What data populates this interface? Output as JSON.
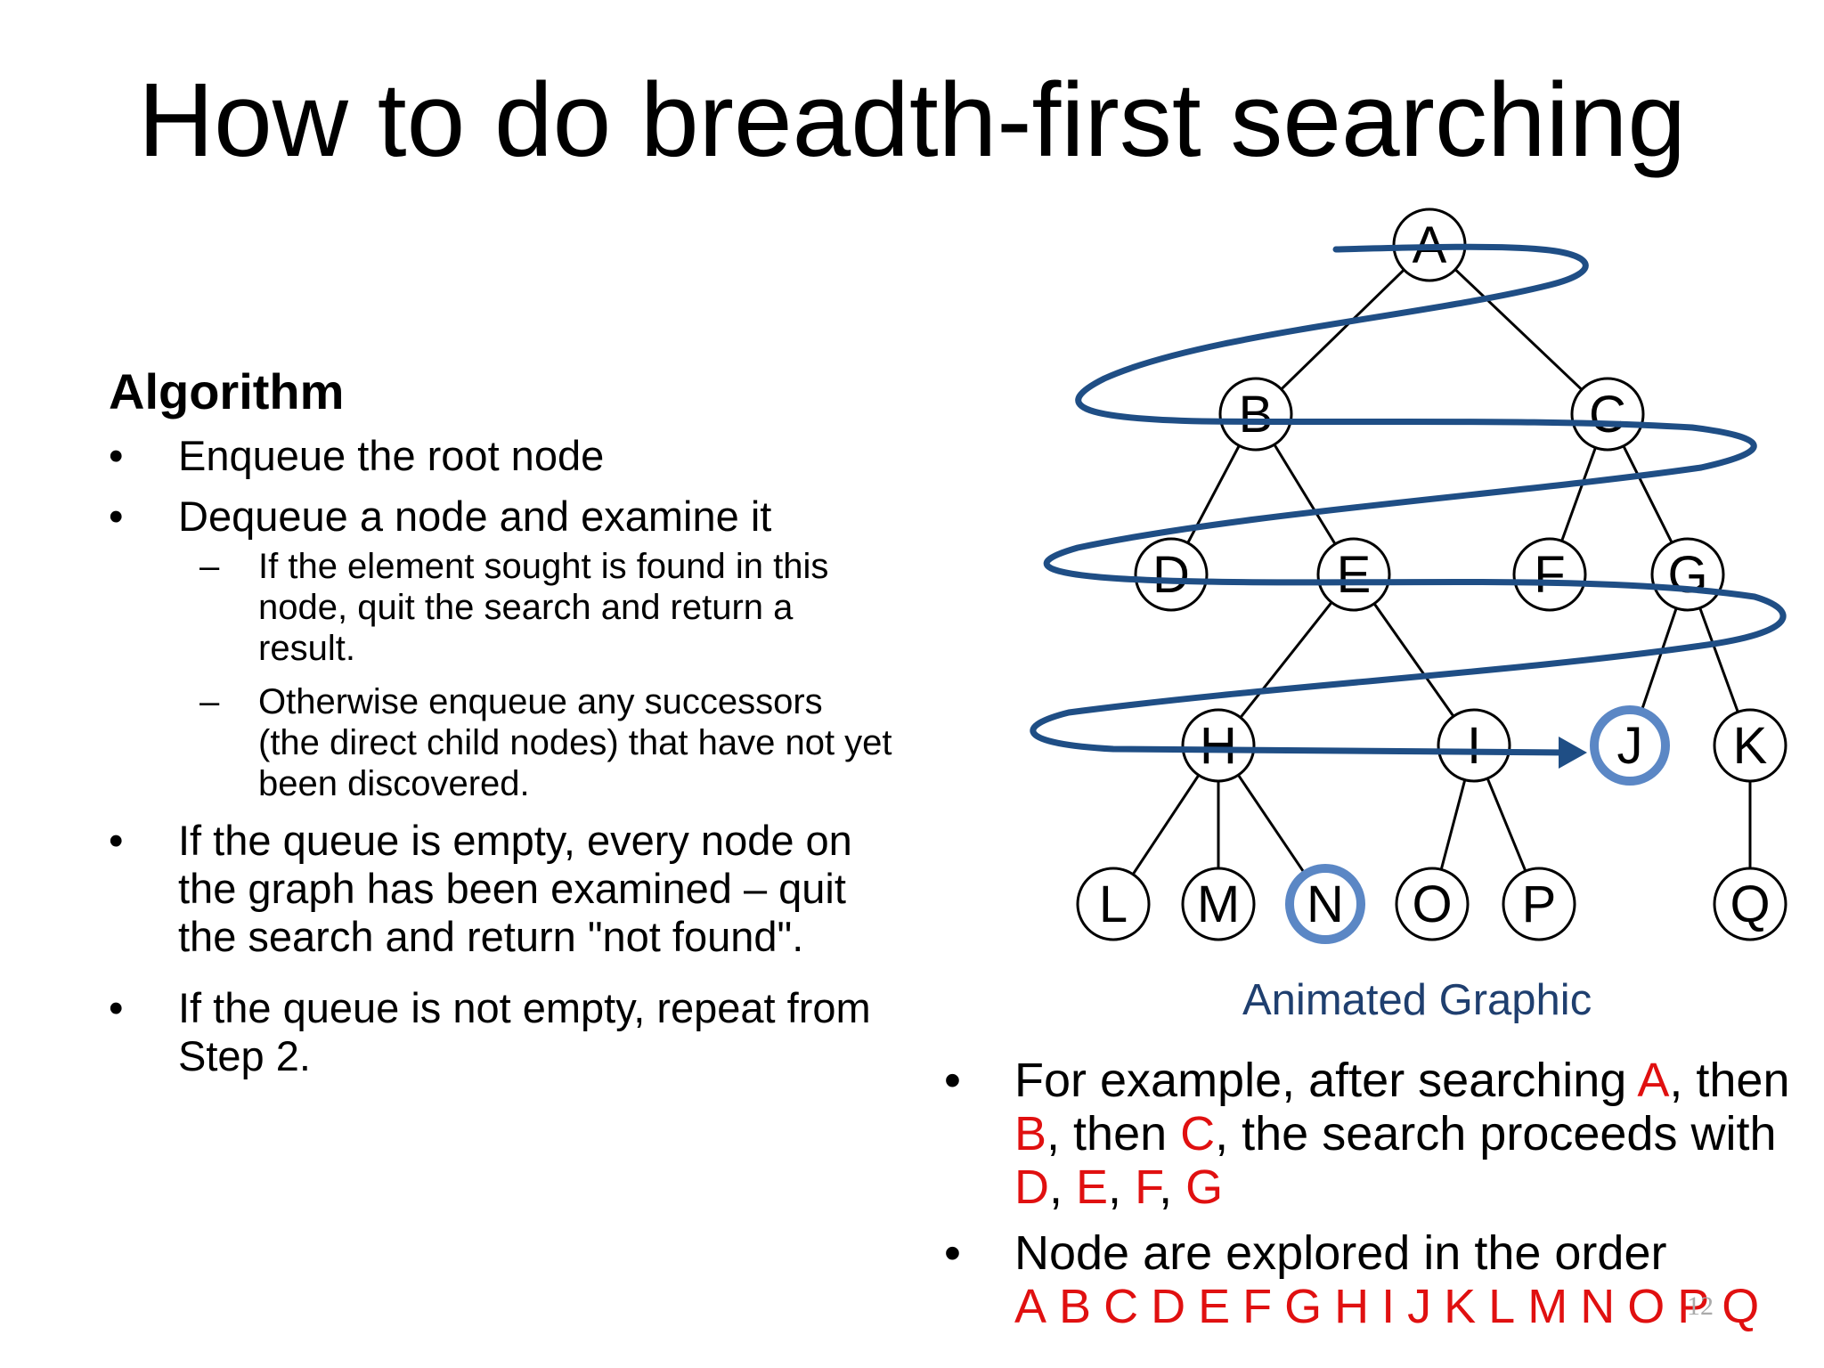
{
  "slide": {
    "title": "How to do breadth-first searching",
    "page_number": "12"
  },
  "algorithm": {
    "heading": "Algorithm",
    "bullet_char": "•",
    "dash_char": "–",
    "steps": [
      "Enqueue the root node",
      "Dequeue a node and examine it",
      "If the queue is empty, every node on the graph has been examined – quit the search and return \"not found\".",
      "If the queue is not empty, repeat from Step 2."
    ],
    "substeps": [
      "If the element sought is found in this node, quit the search and return a result.",
      "Otherwise enqueue any successors (the direct child nodes) that have not yet been discovered."
    ]
  },
  "tree": {
    "nodes": [
      "A",
      "B",
      "C",
      "D",
      "E",
      "F",
      "G",
      "H",
      "I",
      "J",
      "K",
      "L",
      "M",
      "N",
      "O",
      "P",
      "Q"
    ],
    "edges": [
      [
        "A",
        "B"
      ],
      [
        "A",
        "C"
      ],
      [
        "B",
        "D"
      ],
      [
        "B",
        "E"
      ],
      [
        "C",
        "F"
      ],
      [
        "C",
        "G"
      ],
      [
        "E",
        "H"
      ],
      [
        "E",
        "I"
      ],
      [
        "G",
        "J"
      ],
      [
        "G",
        "K"
      ],
      [
        "H",
        "L"
      ],
      [
        "H",
        "M"
      ],
      [
        "H",
        "N"
      ],
      [
        "I",
        "O"
      ],
      [
        "I",
        "P"
      ],
      [
        "K",
        "Q"
      ]
    ],
    "highlighted_nodes": [
      "J",
      "N"
    ],
    "traversal_color": "#1f4e85",
    "highlight_color": "#5b87c5",
    "caption": "Animated Graphic"
  },
  "example": {
    "line1": {
      "t1": "For example, after searching ",
      "a": "A",
      "t2": ", then ",
      "b": "B",
      "t3": ", then ",
      "c": "C",
      "t4": ", the search proceeds with ",
      "d": "D",
      "s1": ", ",
      "e": "E",
      "s2": ", ",
      "f": "F",
      "s3": ", ",
      "g": "G"
    },
    "line2": {
      "t1": "Node are explored in the order ",
      "order": [
        "A",
        "B",
        "C",
        "D",
        "E",
        "F",
        "G",
        "H",
        "I",
        "J",
        "K",
        "L",
        "M",
        "N",
        "O",
        "P",
        "Q"
      ]
    },
    "highlight_color": "#e01010"
  }
}
